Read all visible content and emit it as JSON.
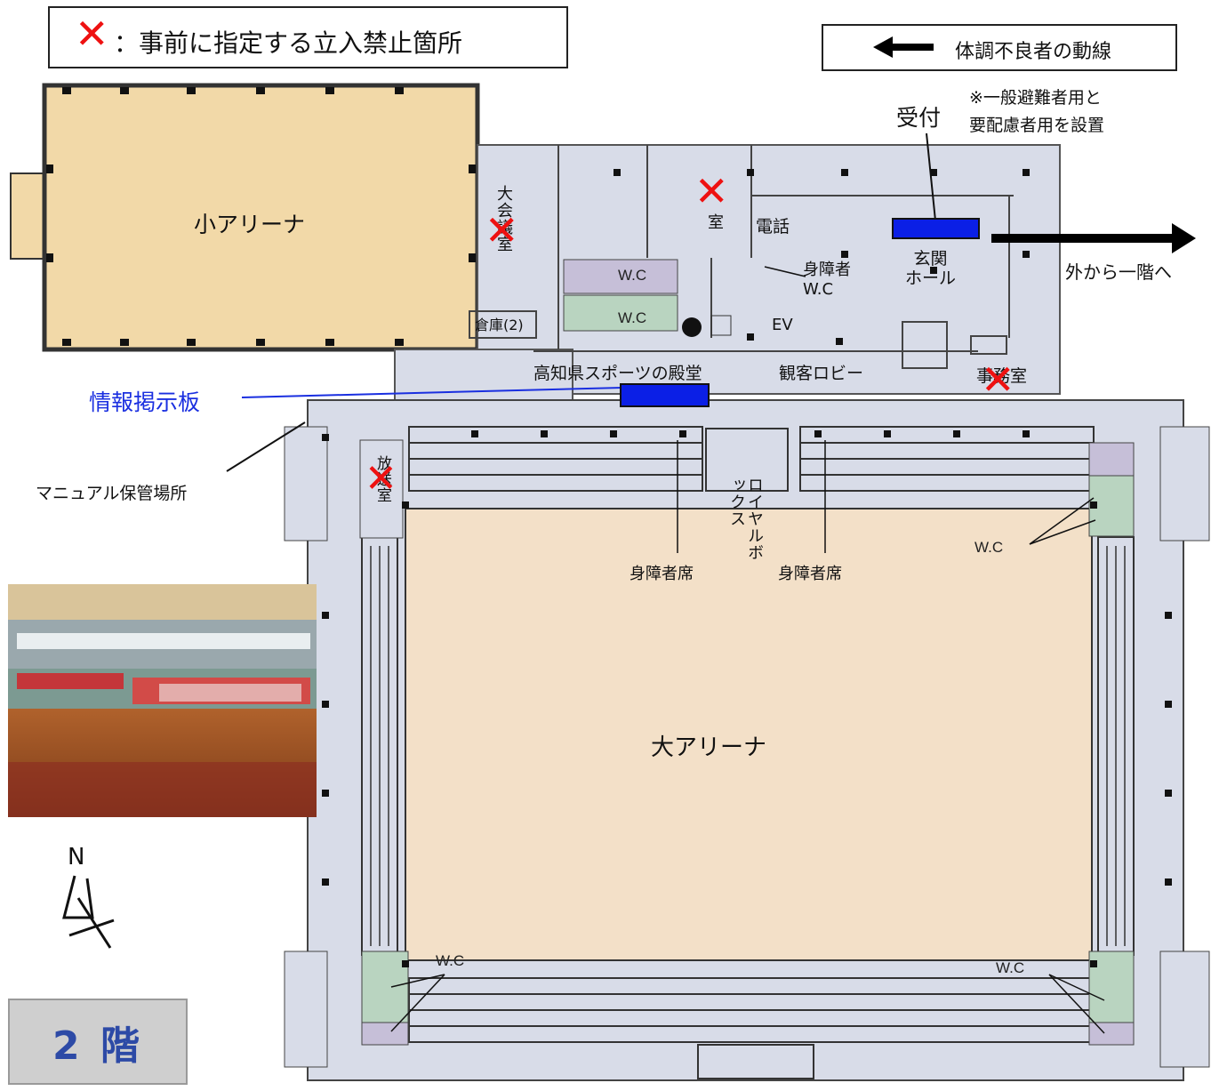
{
  "legend": {
    "restricted_label": "：事前に指定する立入禁止箇所",
    "route_label": "体調不良者の動線"
  },
  "rooms": {
    "small_arena": "小アリーナ",
    "big_arena": "大アリーナ",
    "meeting_room": "大会議室",
    "storage": "倉庫(2)",
    "wc": "W.C",
    "accessible_wc": "身障者\nW.C",
    "phone": "電話",
    "elevator": "EV",
    "entrance_hall": "玄関\nホール",
    "hall_of_fame": "高知県スポーツの殿堂",
    "lobby": "観客ロビー",
    "office": "事務室",
    "broadcast_room": "放送室",
    "royal_box": "ロイヤルボックス",
    "accessible_seats": "身障者席",
    "room_top": "室"
  },
  "annotations": {
    "reception": "受付",
    "reception_note_1": "※一般避難者用と",
    "reception_note_2": "要配慮者用を設置",
    "from_outside": "外から一階へ",
    "info_board": "情報掲示板",
    "manual_storage": "マニュアル保管場所",
    "north": "N",
    "floor": "2 階"
  },
  "colors": {
    "restricted_mark": "#ee1111",
    "route_arrow": "#000000",
    "info_marker": "#0b1fe6",
    "info_label": "#1a2fe0",
    "building_bg": "#d8dce8",
    "small_arena_floor": "#f2d9a8",
    "big_arena_floor": "#f3e0c8",
    "wc_green": "#b9d4c0",
    "wc_purple": "#c6bfd8",
    "floor_badge_text": "#2d4aa6"
  },
  "photo": {
    "description_icon": "arena-photo"
  }
}
